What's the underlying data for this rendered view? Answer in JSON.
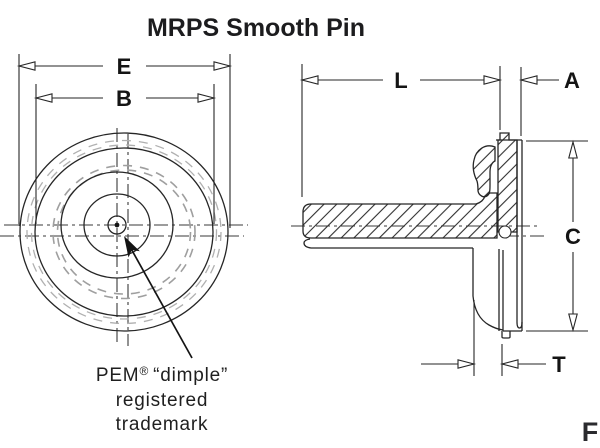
{
  "title": "MRPS Smooth Pin",
  "figure_label": "F",
  "colors": {
    "line": "#262626",
    "dashed_ring_gray": "#9f9f9f",
    "text": "#1c1c1e",
    "background": "#ffffff"
  },
  "front_view": {
    "description": "head-on view of pin head with centered dimple",
    "dims": {
      "outer_diameter": "E",
      "ring_diameter": "B"
    },
    "annotation": {
      "brand": "PEM",
      "registered_symbol": "®",
      "dimple_text": "“dimple”",
      "line2": "registered",
      "line3": "trademark"
    }
  },
  "side_view": {
    "description": "sectioned side view of smooth pin with clinching head",
    "dims": {
      "shank_length": "L",
      "head_offset": "A",
      "head_diameter": "C",
      "thickness": "T"
    }
  }
}
